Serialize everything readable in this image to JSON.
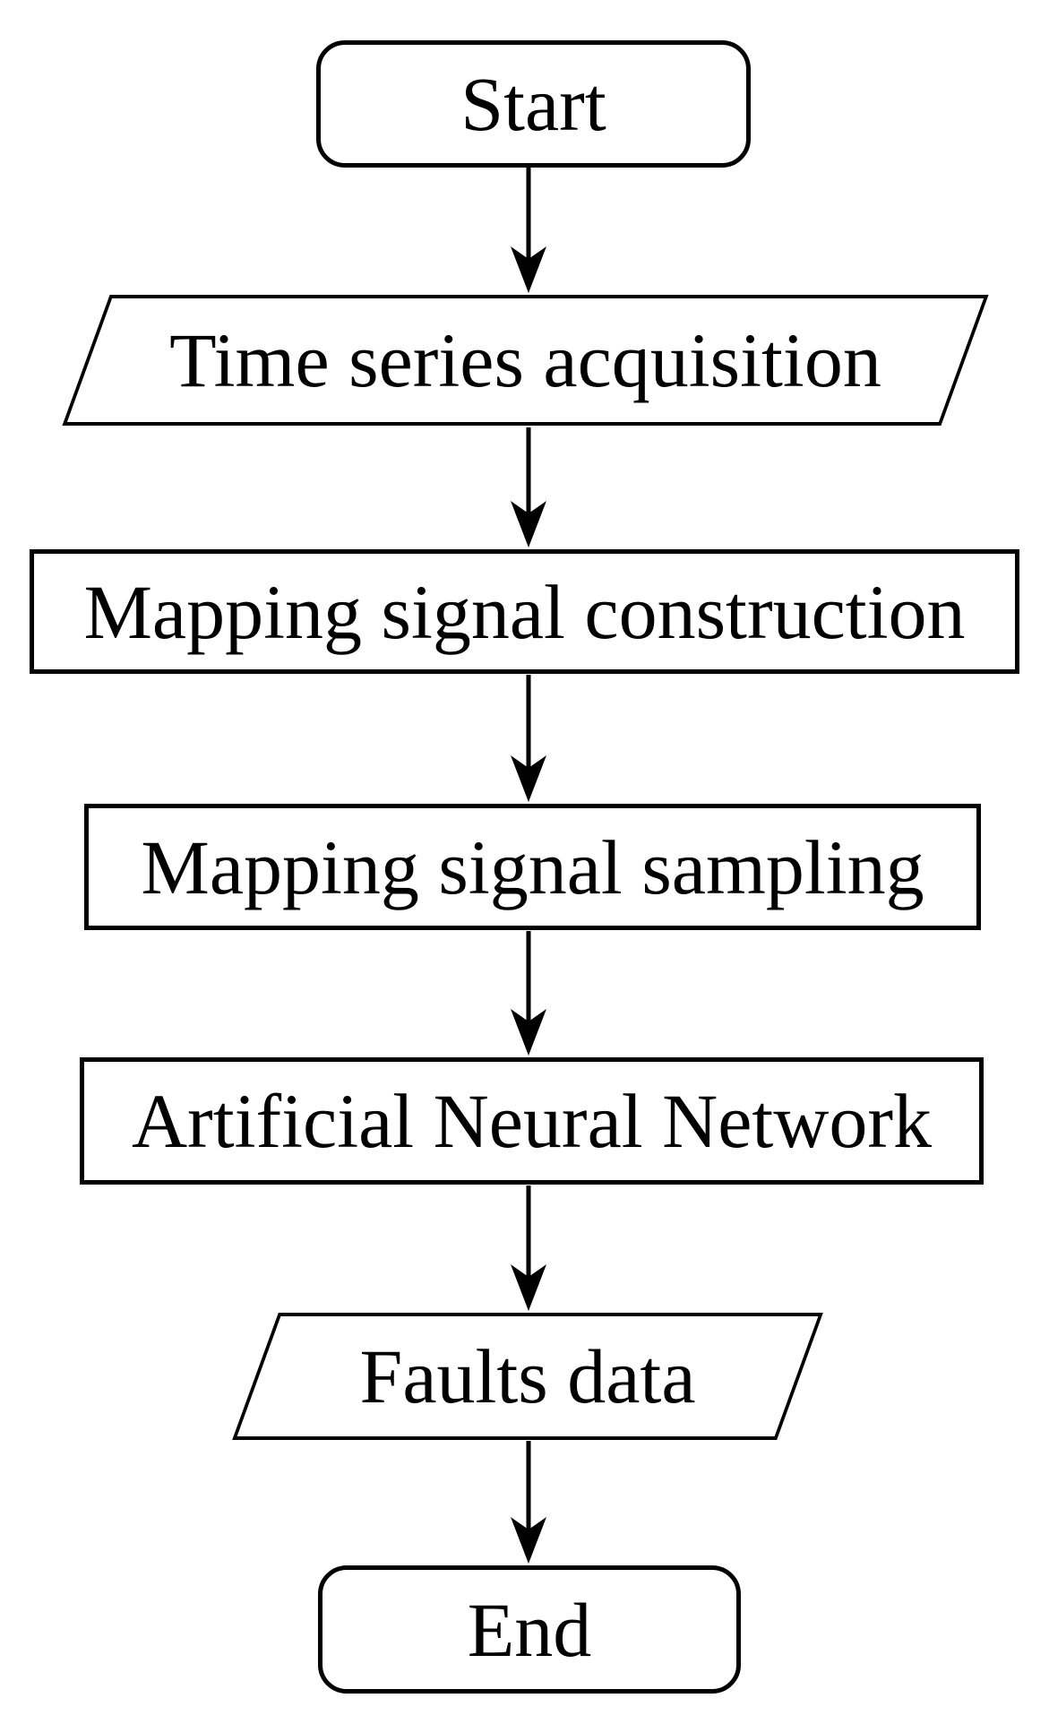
{
  "flowchart": {
    "background_color": "#ffffff",
    "line_color": "#000000",
    "text_color": "#000000",
    "nodes": [
      {
        "id": "start",
        "type": "terminator",
        "shape": "rounded-rectangle",
        "label": "Start"
      },
      {
        "id": "time-series-acquisition",
        "type": "input-output",
        "shape": "parallelogram",
        "label": "Time series acquisition"
      },
      {
        "id": "mapping-signal-construction",
        "type": "process",
        "shape": "rectangle",
        "label": "Mapping signal construction"
      },
      {
        "id": "mapping-signal-sampling",
        "type": "process",
        "shape": "rectangle",
        "label": "Mapping signal sampling"
      },
      {
        "id": "artificial-neural-network",
        "type": "process",
        "shape": "rectangle",
        "label": "Artificial Neural Network"
      },
      {
        "id": "faults-data",
        "type": "input-output",
        "shape": "parallelogram",
        "label": "Faults data"
      },
      {
        "id": "end",
        "type": "terminator",
        "shape": "rounded-rectangle",
        "label": "End"
      }
    ],
    "edges": [
      {
        "from": "start",
        "to": "time-series-acquisition"
      },
      {
        "from": "time-series-acquisition",
        "to": "mapping-signal-construction"
      },
      {
        "from": "mapping-signal-construction",
        "to": "mapping-signal-sampling"
      },
      {
        "from": "mapping-signal-sampling",
        "to": "artificial-neural-network"
      },
      {
        "from": "artificial-neural-network",
        "to": "faults-data"
      },
      {
        "from": "faults-data",
        "to": "end"
      }
    ]
  }
}
